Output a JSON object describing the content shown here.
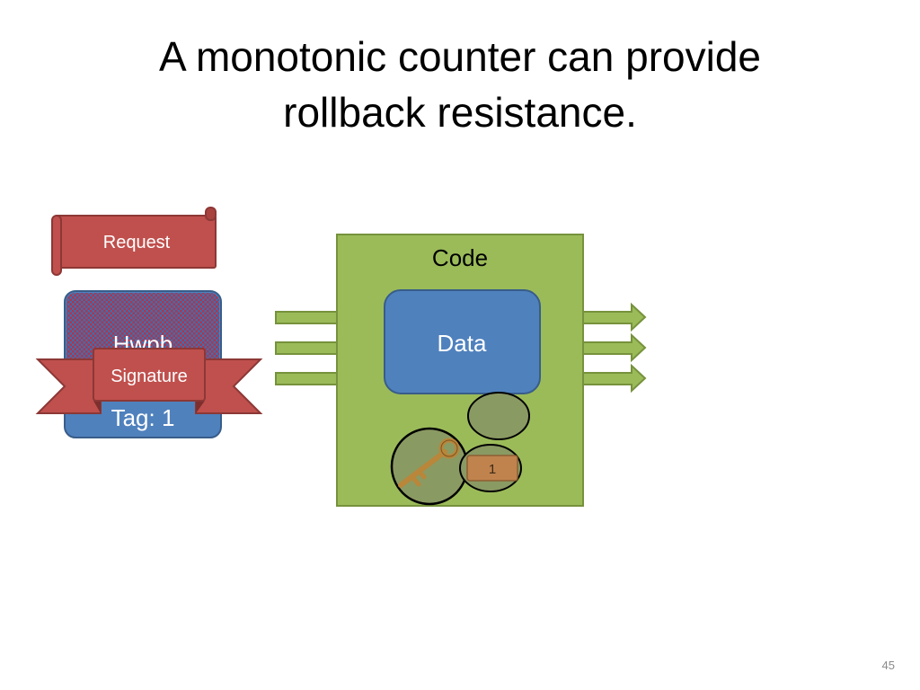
{
  "slide": {
    "title_line1": "A monotonic counter can provide",
    "title_line2": "rollback resistance.",
    "number": "45"
  },
  "diagram": {
    "request_label": "Request",
    "blob_text_top": "Hwpb",
    "blob_tag_label": "Tag:  1",
    "signature_label": "Signature",
    "code_label": "Code",
    "data_label": "Data",
    "counter_value": "1",
    "colors": {
      "code_box": "#9bbb59",
      "code_border": "#76923c",
      "data_box": "#4f81bd",
      "scroll_red": "#c0504d",
      "counter_fill": "#c0834d",
      "circle_fill": "#8a9a63"
    }
  }
}
